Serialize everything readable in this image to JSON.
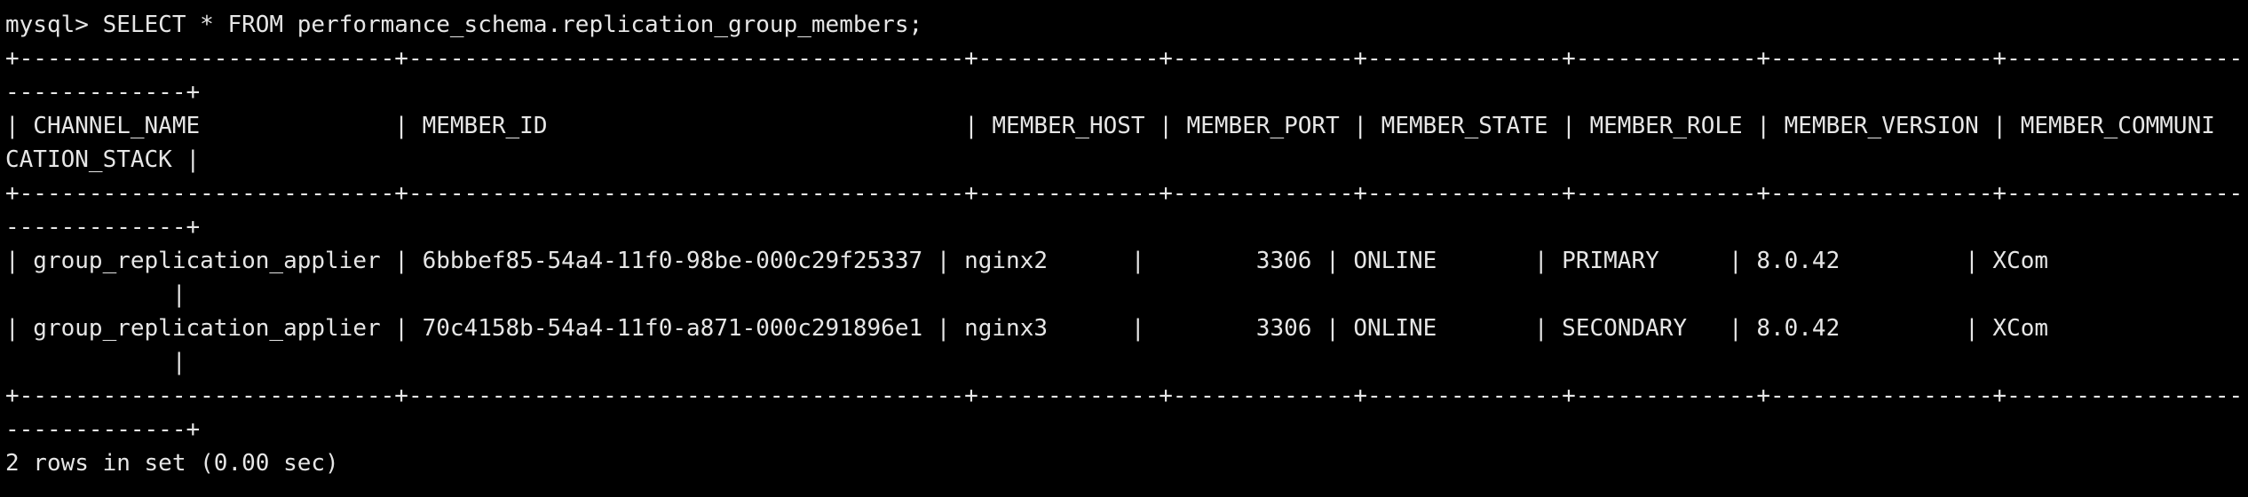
{
  "terminal": {
    "background": "#000000",
    "foreground": "#e6e6e6",
    "command_line": "mysql> SELECT * FROM performance_schema.replication_group_members;",
    "border": "+---------------------------+----------------------------------------+-------------+-------------+--------------+-------------+----------------+-----------------",
    "border_wrap": "-------------+",
    "header": "| CHANNEL_NAME              | MEMBER_ID                              | MEMBER_HOST | MEMBER_PORT | MEMBER_STATE | MEMBER_ROLE | MEMBER_VERSION | MEMBER_COMMUNI",
    "header_wrap": "CATION_STACK |",
    "rows": [
      {
        "line": "| group_replication_applier | 6bbbef85-54a4-11f0-98be-000c29f25337 | nginx2      |        3306 | ONLINE       | PRIMARY     | 8.0.42         | XCom",
        "wrap": "            |"
      },
      {
        "line": "| group_replication_applier | 70c4158b-54a4-11f0-a871-000c291896e1 | nginx3      |        3306 | ONLINE       | SECONDARY   | 8.0.42         | XCom",
        "wrap": "            |"
      }
    ],
    "summary": "2 rows in set (0.00 sec)"
  }
}
